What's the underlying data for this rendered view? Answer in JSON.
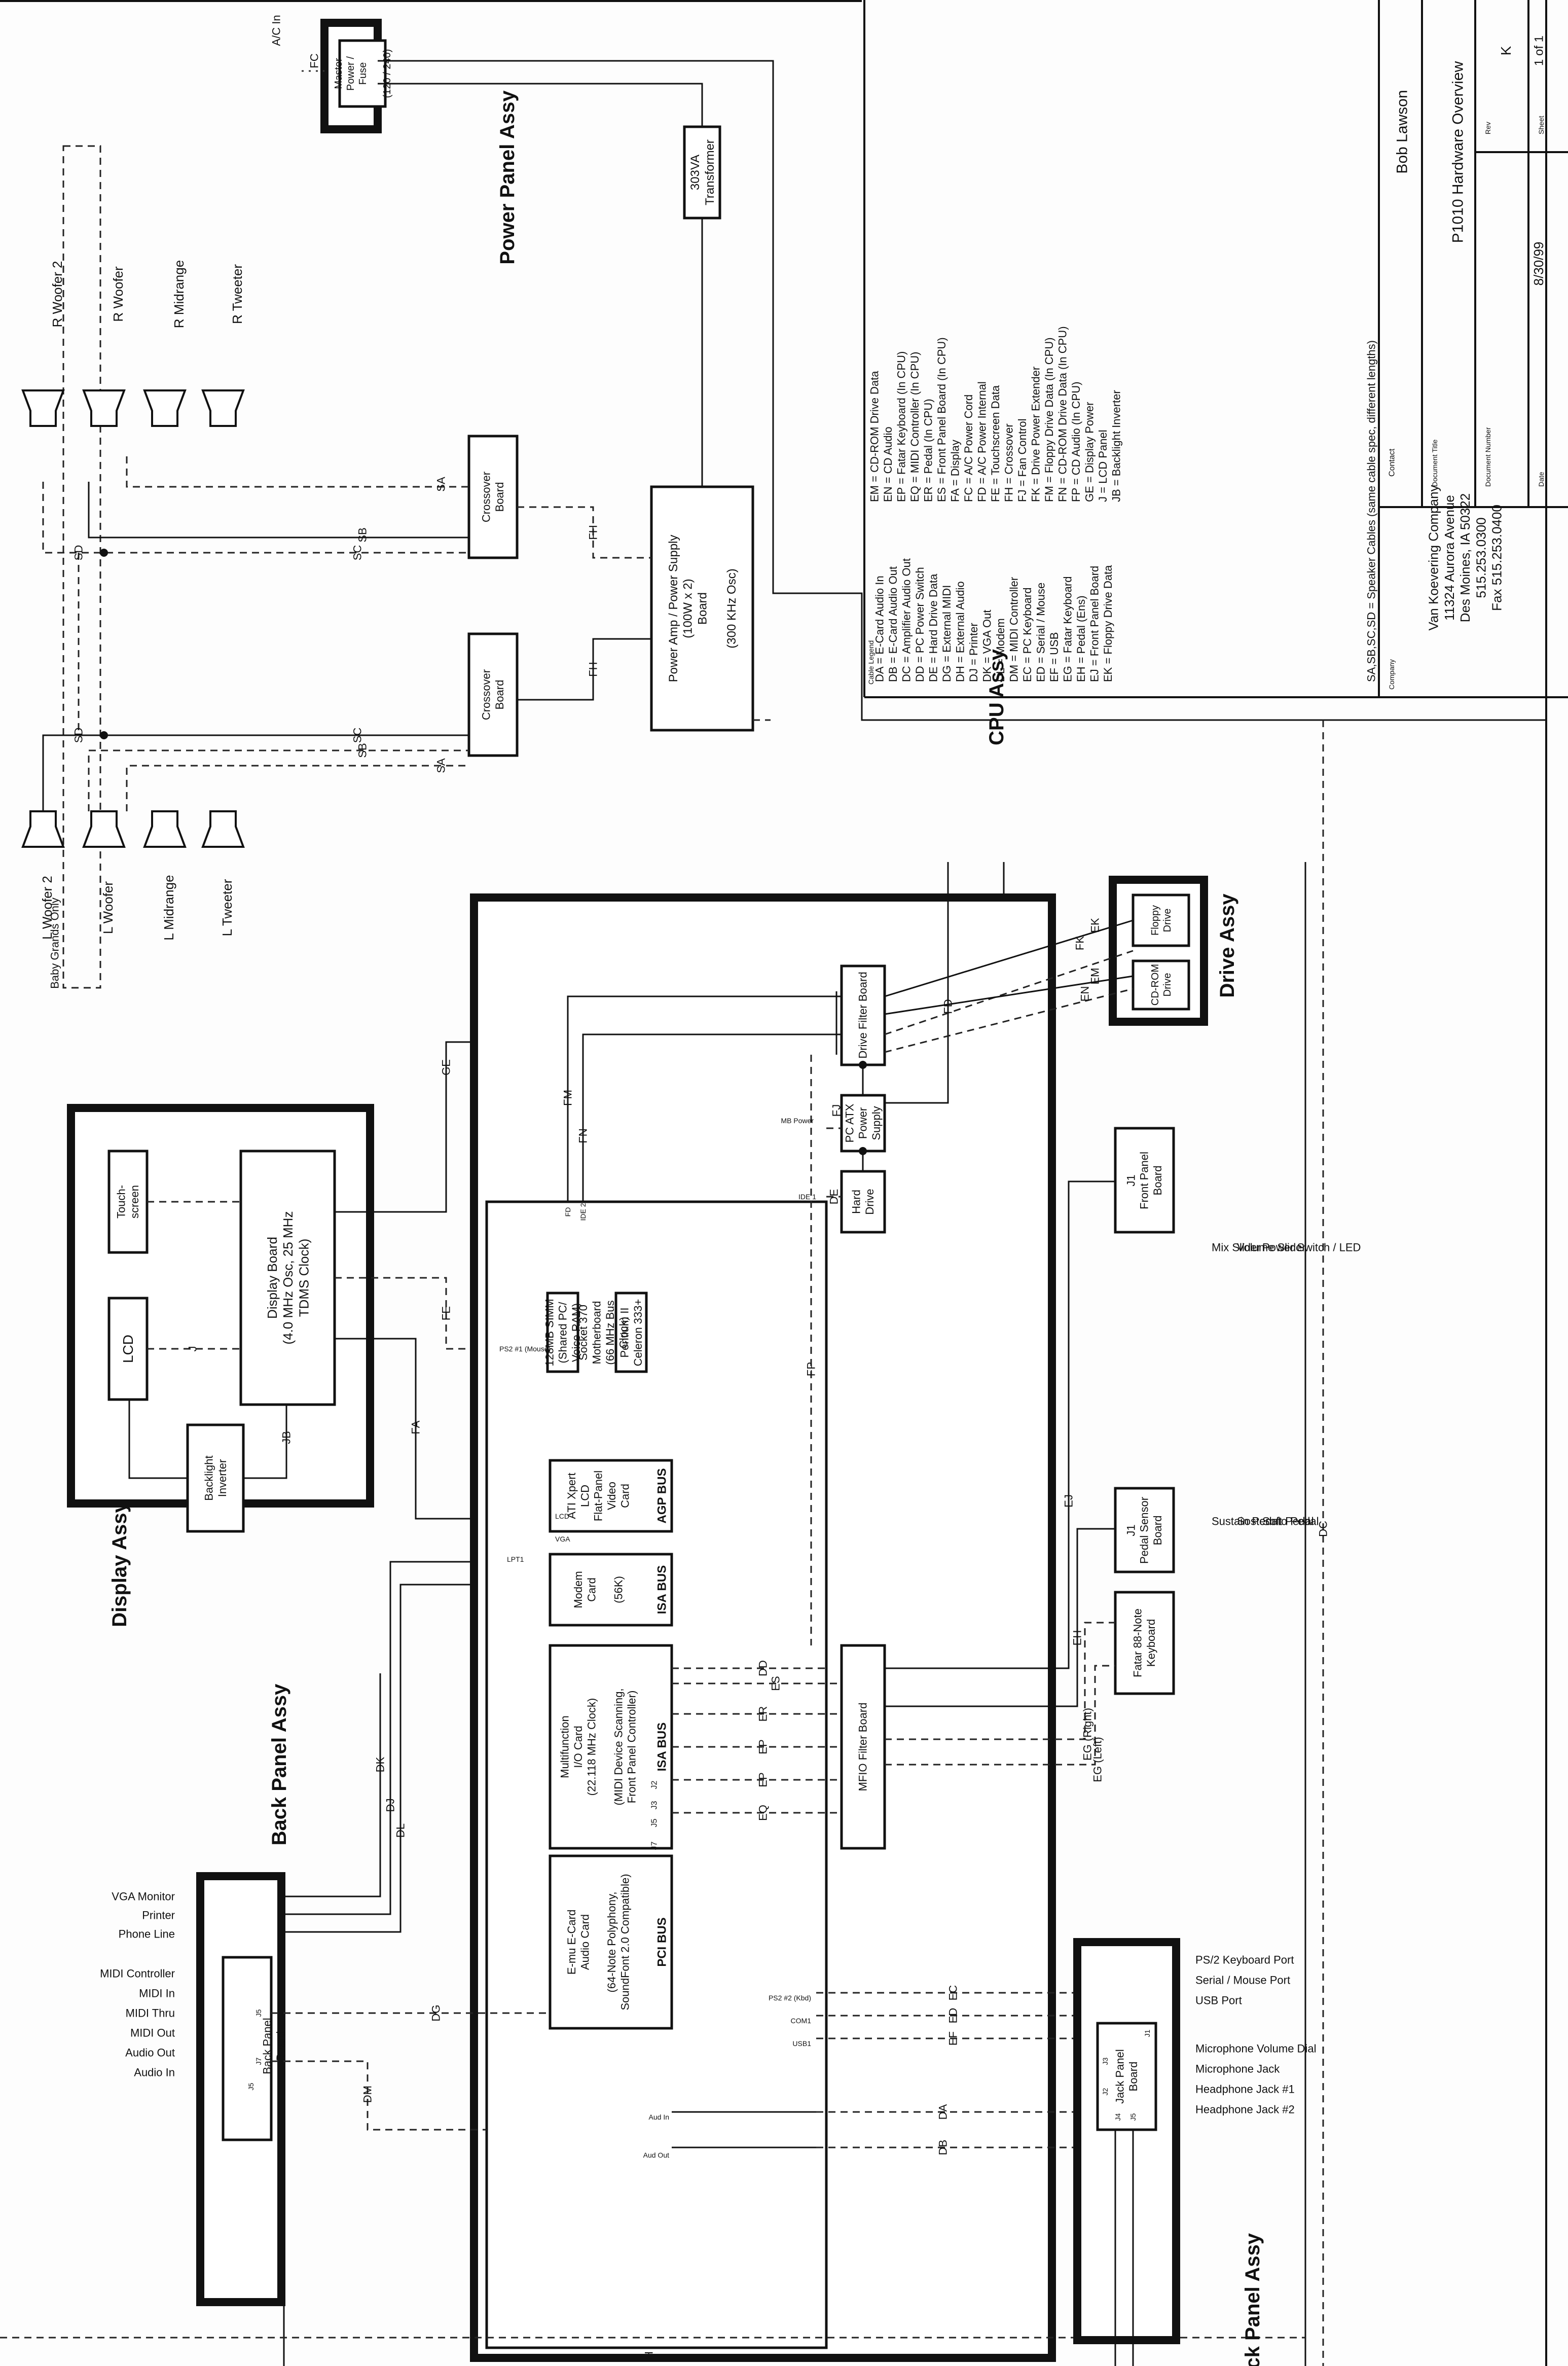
{
  "title_block": {
    "contact_label": "Contact",
    "contact": "Bob Lawson",
    "doc_title_label": "Document Title",
    "doc_title": "P1010 Hardware Overview",
    "rev_label": "Rev",
    "rev": "K",
    "doc_number_label": "Document Number",
    "doc_number": "",
    "sheet_label": "Sheet",
    "sheet": "1 of 1",
    "date_label": "Date",
    "date": "8/30/99",
    "company_label": "Company",
    "company_lines": [
      "Van Koevering Company",
      "11324 Aurora Avenue",
      "Des Moines, IA  50322",
      "515.253.0300",
      "Fax 515.253.0400"
    ]
  },
  "cable_legend": {
    "heading": "Cable Legend",
    "col1": [
      "DA = E-Card Audio In",
      "DB = E-Card Audio Out",
      "DC = Amplifier Audio Out",
      "DD = PC Power Switch",
      "DE = Hard Drive Data",
      "DG = External MIDI",
      "DH = External Audio",
      "DJ = Printer",
      "DK = VGA Out",
      "DL = Modem",
      "DM = MIDI Controller",
      "EC = PC Keyboard",
      "ED = Serial / Mouse",
      "EF = USB",
      "EG = Fatar Keyboard",
      "EH = Pedal (Ens)",
      "EJ = Front Panel Board",
      "EK = Floppy Drive Data"
    ],
    "col2": [
      "EM = CD-ROM Drive Data",
      "EN = CD Audio",
      "EP = Fatar Keyboard (In CPU)",
      "EQ = MIDI Controller (In CPU)",
      "ER = Pedal (In CPU)",
      "ES = Front Panel Board (In CPU)",
      "FA = Display",
      "FC = A/C Power Cord",
      "FD = A/C Power Internal",
      "FE = Touchscreen Data",
      "FH = Crossover",
      "FJ = Fan Control",
      "FK = Drive Power Extender",
      "FM = Floppy Drive Data (In CPU)",
      "FN = CD-ROM Drive Data (In CPU)",
      "FP = CD Audio (In CPU)",
      "GE = Display Power",
      "J = LCD Panel",
      "JB = Backlight Inverter"
    ],
    "speaker_note": "SA,SB,SC,SD = Speaker Cables (same cable spec, different lengths)"
  },
  "assemblies": {
    "power_panel": "Power Panel Assy",
    "cpu": "CPU Assy",
    "drive": "Drive Assy",
    "display": "Display Assy",
    "back_panel": "Back Panel Assy",
    "jack_panel": "Jack Panel Assy",
    "baby_grands": "Baby Grands Only"
  },
  "boxes": {
    "master_power": [
      "Master",
      "Power /",
      "Fuse",
      "",
      "(120 / 240)"
    ],
    "transformer": [
      "303VA",
      "Transformer"
    ],
    "power_amp": [
      "Power Amp / Power Supply",
      "(100W x 2)",
      "Board",
      "",
      "(300 KHz Osc)"
    ],
    "crossover_r": [
      "Crossover",
      "Board"
    ],
    "crossover_l": [
      "Crossover",
      "Board"
    ],
    "touchscreen": [
      "Touch-",
      "screen"
    ],
    "lcd": [
      "LCD"
    ],
    "display_board": [
      "Display Board",
      "(4.0 MHz Osc, 25 MHz",
      "TDMS Clock)"
    ],
    "backlight": [
      "Backlight",
      "Inverter"
    ],
    "simm": [
      "128MB SIMM",
      "(Shared PC/",
      "Voice RAM)"
    ],
    "motherboard": [
      "Socket 370",
      "Motherboard",
      "(66 MHz Bus",
      "Clock)"
    ],
    "cpu_chip": [
      "Pentium II",
      "Celeron 333+"
    ],
    "video_card": [
      "ATI Xpert",
      "LCD",
      "Flat-Panel",
      "Video",
      "Card"
    ],
    "agp_bus": "AGP BUS",
    "modem": [
      "Modem",
      "Card",
      "",
      "(56K)"
    ],
    "isa_bus": "ISA BUS",
    "mfio_card": [
      "Multifunction",
      "I/O Card",
      "(22.118 MHz Clock)",
      "",
      "(MIDI Device Scanning,",
      "Front Panel Controller)"
    ],
    "isa_bus2": "ISA BUS",
    "emu_card": [
      "E-mu E-Card",
      "Audio Card",
      "",
      "(64-Note Polyphony,",
      "SoundFont 2.0 Compatible)"
    ],
    "pci_bus": "PCI BUS",
    "drive_filter": [
      "Drive Filter Board"
    ],
    "pc_atx": [
      "PC ATX",
      "Power",
      "Supply"
    ],
    "hard_drive": [
      "Hard",
      "Drive"
    ],
    "mfio_filter": [
      "MFIO Filter Board"
    ],
    "floppy": [
      "Floppy",
      "Drive"
    ],
    "cdrom": [
      "CD-ROM",
      "Drive"
    ],
    "front_panel": [
      "J1",
      "Front Panel",
      "Board"
    ],
    "pedal_sensor": [
      "J1",
      "Pedal Sensor",
      "Board"
    ],
    "fatar": [
      "Fatar 88-Note",
      "Keyboard"
    ],
    "back_panel_board": [
      "Back Panel",
      "Board"
    ],
    "jack_panel_board": [
      "Jack Panel",
      "Board"
    ]
  },
  "speakers": {
    "right": [
      "R Woofer 2",
      "R Woofer",
      "R Midrange",
      "R Tweeter"
    ],
    "left": [
      "L Woofer 2",
      "L Woofer",
      "L Midrange",
      "L Tweeter"
    ]
  },
  "external_labels": {
    "ac_in": "A/C In",
    "front_panel_items": [
      "Mix Slider",
      "Volume Slider",
      "Power Switch / LED"
    ],
    "pedal_items": [
      "Sustain Pedal",
      "Sostenuto Pedal",
      "Soft Pedal"
    ],
    "back_panel_items": [
      "VGA Monitor",
      "Printer",
      "Phone Line",
      "MIDI Controller",
      "MIDI In",
      "MIDI Thru",
      "MIDI Out",
      "Audio Out",
      "Audio In"
    ],
    "jack_panel_items": [
      "PS/2 Keyboard Port",
      "Serial / Mouse Port",
      "USB Port",
      "Microphone Volume Dial",
      "Microphone Jack",
      "Headphone Jack #1",
      "Headphone Jack #2"
    ]
  },
  "port_labels": {
    "fd": "FD",
    "ide2": "IDE 2",
    "mb_power": "MB Power",
    "ide1": "IDE 1",
    "ps2_1": "PS2 #1 (Mouse)",
    "lcd": "LCD",
    "vga": "VGA",
    "lpt1": "LPT1",
    "j2": "J2",
    "j3": "J3",
    "j5": "J5",
    "j7": "J7",
    "ps2_2": "PS2 #2 (Kbd)",
    "com1": "COM1",
    "usb1": "USB1",
    "aud_in": "Aud In",
    "aud_out": "Aud Out",
    "bp_j5": "J5",
    "bp_j7": "J7",
    "bp_j5b": "J5",
    "jp_j2": "J2",
    "jp_j3": "J3",
    "jp_j4": "J4",
    "jp_j5": "J5",
    "jp_j1": "J1"
  },
  "cables": {
    "FC": "FC",
    "SA": "SA",
    "SB": "SB",
    "SC": "SC",
    "SD": "SD",
    "FH": "FH",
    "GE": "GE",
    "FE": "FE",
    "FA": "FA",
    "J": "J",
    "JB": "JB",
    "FM": "FM",
    "FN": "FN",
    "FJ": "FJ",
    "DE": "DE",
    "FP": "FP",
    "FD": "FD",
    "EK": "EK",
    "FK": "FK",
    "EM": "EM",
    "EN": "EN",
    "DK": "DK",
    "DJ": "DJ",
    "DL": "DL",
    "DG": "DG",
    "DM": "DM",
    "DD": "DD",
    "ES": "ES",
    "ER": "ER",
    "EP": "EP",
    "EQ": "EQ",
    "EC": "EC",
    "ED": "ED",
    "EF": "EF",
    "DA": "DA",
    "DB": "DB",
    "EJ": "EJ",
    "EH": "EH",
    "EG_R": "EG (Right)",
    "EG_L": "EG (Left)",
    "DC": "DC",
    "H": "H"
  }
}
